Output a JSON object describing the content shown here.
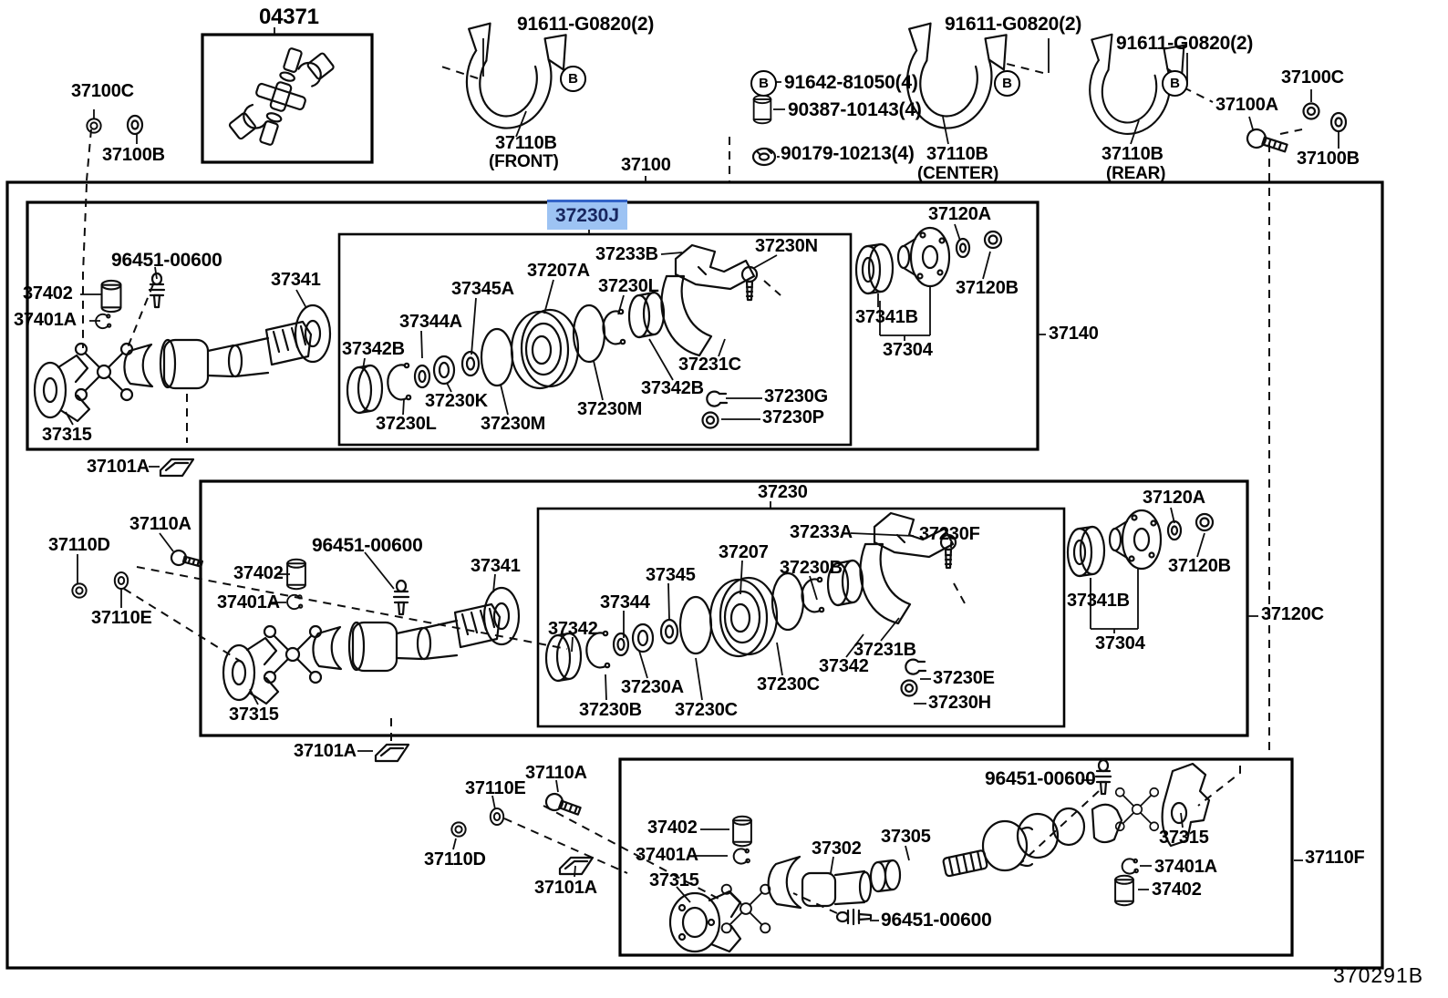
{
  "diagram": {
    "type": "parts-exploded-diagram",
    "subject": "propeller shaft and universal joint",
    "drawing_code": "370291B",
    "highlighted_part": "37230J",
    "highlight_colors": {
      "bg": "#9DC3F3",
      "fg": "#17265E",
      "border": "#3363C9"
    }
  },
  "markers": {
    "b": "B"
  },
  "labels": {
    "kit": "04371",
    "t37100c_l": "37100C",
    "t37100b_l": "37100B",
    "g0820_1": "91611-G0820(2)",
    "t37110b_front": "37110B",
    "front": "(FRONT)",
    "t37100": "37100",
    "n91642": "91642-81050(4)",
    "n90387": "90387-10143(4)",
    "n90179": "90179-10213(4)",
    "g0820_2": "91611-G0820(2)",
    "t37110b_center": "37110B",
    "center": "(CENTER)",
    "g0820_3": "91611-G0820(2)",
    "t37110b_rear": "37110B",
    "rear": "(REAR)",
    "t37100a": "37100A",
    "t37100c_r": "37100C",
    "t37100b_r": "37100B",
    "s1_96451": "96451-00600",
    "s1_37402": "37402",
    "s1_37401a": "37401A",
    "s1_37341": "37341",
    "s1_37315": "37315",
    "t37101a_1": "37101A",
    "hl": "37230J",
    "s1_37233b": "37233B",
    "s1_37207a": "37207A",
    "s1_37345a": "37345A",
    "s1_37344a": "37344A",
    "s1_37342b_l": "37342B",
    "s1_37230l_t": "37230L",
    "s1_37230n": "37230N",
    "s1_37231c": "37231C",
    "s1_37342b_r": "37342B",
    "s1_37230g": "37230G",
    "s1_37230p": "37230P",
    "s1_37230k": "37230K",
    "s1_37230l_b": "37230L",
    "s1_37230m_b": "37230M",
    "s1_37230m_r": "37230M",
    "s1_37120a": "37120A",
    "s1_37120b": "37120B",
    "s1_37341b": "37341B",
    "s1_37304": "37304",
    "t37140": "37140",
    "s2_37110a": "37110A",
    "s2_37110d": "37110D",
    "s2_37110e": "37110E",
    "s2_37402": "37402",
    "s2_37401a": "37401A",
    "s2_96451": "96451-00600",
    "s2_37341": "37341",
    "s2_37315": "37315",
    "t37230": "37230",
    "s2_37233a": "37233A",
    "s2_37230f": "37230F",
    "s2_37207": "37207",
    "s2_37230b_t": "37230B",
    "s2_37345": "37345",
    "s2_37344": "37344",
    "s2_37342_l": "37342",
    "s2_37230a": "37230A",
    "s2_37230b_b": "37230B",
    "s2_37230c_b": "37230C",
    "s2_37230c_m": "37230C",
    "s2_37342_r": "37342",
    "s2_37231b": "37231B",
    "s2_37230e": "37230E",
    "s2_37230h": "37230H",
    "s2_37120a": "37120A",
    "s2_37120b": "37120B",
    "s2_37341b": "37341B",
    "s2_37304": "37304",
    "t37120c": "37120C",
    "t37101a_2": "37101A",
    "s3_37110a": "37110A",
    "s3_37110e": "37110E",
    "s3_37110d": "37110D",
    "t37101a_3": "37101A",
    "s3_96451_t": "96451-00600",
    "s3_37402_l": "37402",
    "s3_37401a_l": "37401A",
    "s3_37315_l": "37315",
    "s3_37302": "37302",
    "s3_37305": "37305",
    "s3_96451_b": "96451-00600",
    "s3_37315_r": "37315",
    "s3_37401a_r": "37401A",
    "s3_37402_r": "37402",
    "t37110f": "37110F",
    "footer": "370291B"
  }
}
